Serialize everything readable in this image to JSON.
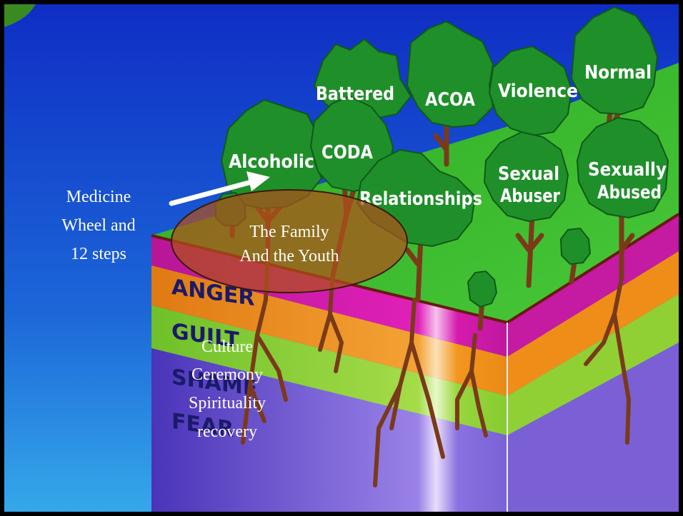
{
  "slide": {
    "medicine_wheel_lines": [
      "Medicine",
      "Wheel and",
      "12 steps"
    ],
    "ellipse_lines": [
      "The Family",
      "And the Youth"
    ],
    "culture_lines": [
      "Culture",
      "Ceremony",
      "Spirituality",
      "recovery"
    ]
  },
  "trees": {
    "battered": "Battered",
    "acoa": "ACOA",
    "violence": "Violence",
    "normal": "Normal",
    "alcoholic": "Alcoholic",
    "coda": "CODA",
    "relationships": "Relationships",
    "sexual_abuser_lines": [
      "Sexual",
      "Abuser"
    ],
    "sexually_abused_lines": [
      "Sexually",
      "Abused"
    ]
  },
  "layers": {
    "anger": "ANGER",
    "guilt": "GUILT",
    "shame": "SHAME",
    "fear": "FEAR"
  },
  "colors": {
    "sky_top": "#1030c8",
    "sky_bottom": "#2a9ae6",
    "grass": "#3bbf2a",
    "anger": "#d11aa8",
    "guilt": "#f0901a",
    "shame": "#8fd23a",
    "fear": "#6a4fd0",
    "tree": "#1e8a2a",
    "trunk": "#7a3a1a",
    "ellipse_fill": "#b0501a"
  }
}
